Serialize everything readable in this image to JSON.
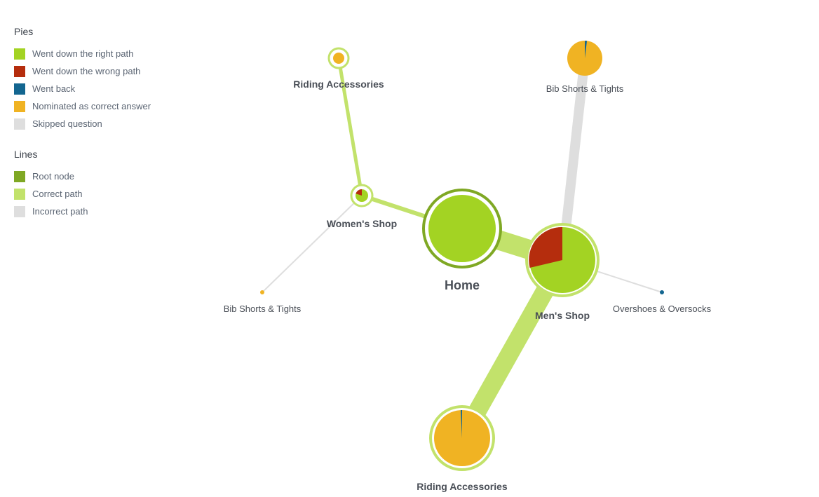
{
  "legend": {
    "pies": {
      "heading": "Pies",
      "items": [
        {
          "label": "Went down the right path",
          "color": "#a3d323"
        },
        {
          "label": "Went down the wrong path",
          "color": "#b52d0d"
        },
        {
          "label": "Went back",
          "color": "#136690"
        },
        {
          "label": "Nominated as correct answer",
          "color": "#f0b323"
        },
        {
          "label": "Skipped question",
          "color": "#dedede"
        }
      ]
    },
    "lines": {
      "heading": "Lines",
      "items": [
        {
          "label": "Root node",
          "color": "#7fa824"
        },
        {
          "label": "Correct path",
          "color": "#c2e26b"
        },
        {
          "label": "Incorrect path",
          "color": "#dedede"
        }
      ]
    }
  },
  "tree": {
    "nodes": [
      {
        "id": "home",
        "label": "Home"
      },
      {
        "id": "womens",
        "label": "Women's Shop"
      },
      {
        "id": "mens",
        "label": "Men's Shop"
      },
      {
        "id": "w_riding",
        "label": "Riding Accessories"
      },
      {
        "id": "w_bib",
        "label": "Bib Shorts & Tights"
      },
      {
        "id": "m_bib",
        "label": "Bib Shorts & Tights"
      },
      {
        "id": "m_overshoes",
        "label": "Overshoes & Oversocks"
      },
      {
        "id": "m_riding",
        "label": "Riding Accessories"
      }
    ]
  }
}
